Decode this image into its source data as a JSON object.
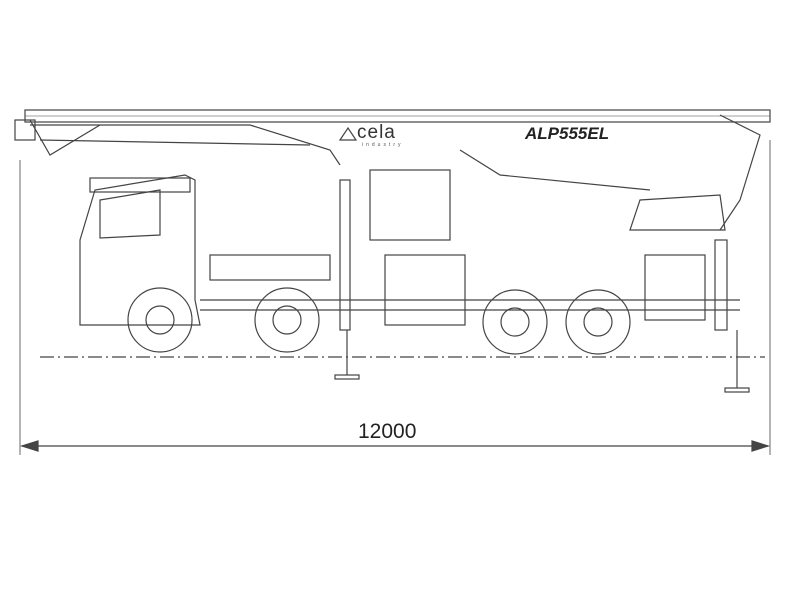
{
  "drawing": {
    "overall_length": "12000",
    "brand": "cela",
    "brand_tagline": "industry",
    "model": "ALP555EL"
  },
  "colors": {
    "line": "#444444",
    "background": "#ffffff"
  }
}
